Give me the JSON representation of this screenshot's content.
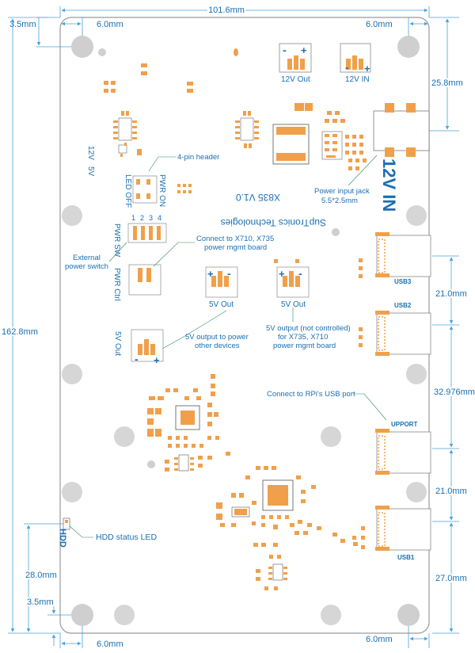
{
  "board": {
    "name": "X835  V1.0",
    "maker": "SupTronics Technologies"
  },
  "dimensions": {
    "width": "101.6mm",
    "height": "162.8mm",
    "top_left_offset_x": "6.0mm",
    "top_right_offset_x": "6.0mm",
    "bottom_left_offset_x": "6.0mm",
    "bottom_right_offset_x": "6.0mm",
    "top_left_offset_y": "3.5mm",
    "bottom_left_offset_y": "3.5mm",
    "jack_offset": "25.8mm",
    "usb_gap_1": "21.0mm",
    "usb_gap_2": "32.976mm",
    "usb_gap_3": "21.0mm",
    "usb_gap_4": "27.0mm",
    "hdd_offset": "28.0mm"
  },
  "silkscreen": {
    "out12v": "12V Out",
    "in12v": "12V IN",
    "big12v": "12V IN",
    "v12": "12V",
    "v5": "5V",
    "led_off": "LED OFF",
    "pwr_on": "PWR ON",
    "pins": [
      "1",
      "2",
      "3",
      "4"
    ],
    "pwr_sw": "PWR SW",
    "pwr_ctrl": "PWR Ctrl",
    "out5v_left": "5V Out",
    "out5v_a": "5V Out",
    "out5v_b": "5V Out",
    "usb3": "USB3",
    "usb2": "USB2",
    "upport": "UPPORT",
    "usb1": "USB1",
    "hdd": "HDD",
    "plus": "+",
    "minus": "-"
  },
  "annotations": {
    "four_pin": "4-pin header",
    "jack_1": "Power input jack",
    "jack_2": "5.5*2.5mm",
    "ext_1": "External",
    "ext_2": "power switch",
    "x710_1": "Connect to X710, X735",
    "x710_2": "power mgmt board",
    "out5v_1": "5V output to power",
    "out5v_2": "other devices",
    "nc_1": "5V output (not controlled)",
    "nc_2": "for X735, X710",
    "nc_3": "power mgmt board",
    "rpi_usb": "Connect to RPi's USB port",
    "hdd_led": "HDD status LED"
  },
  "colors": {
    "board_outline": "#9a9a9a",
    "dimension": "#1a6fb3",
    "pad": "#f0a04b",
    "hole": "#cfcfcf",
    "leader": "#2e8b57"
  }
}
